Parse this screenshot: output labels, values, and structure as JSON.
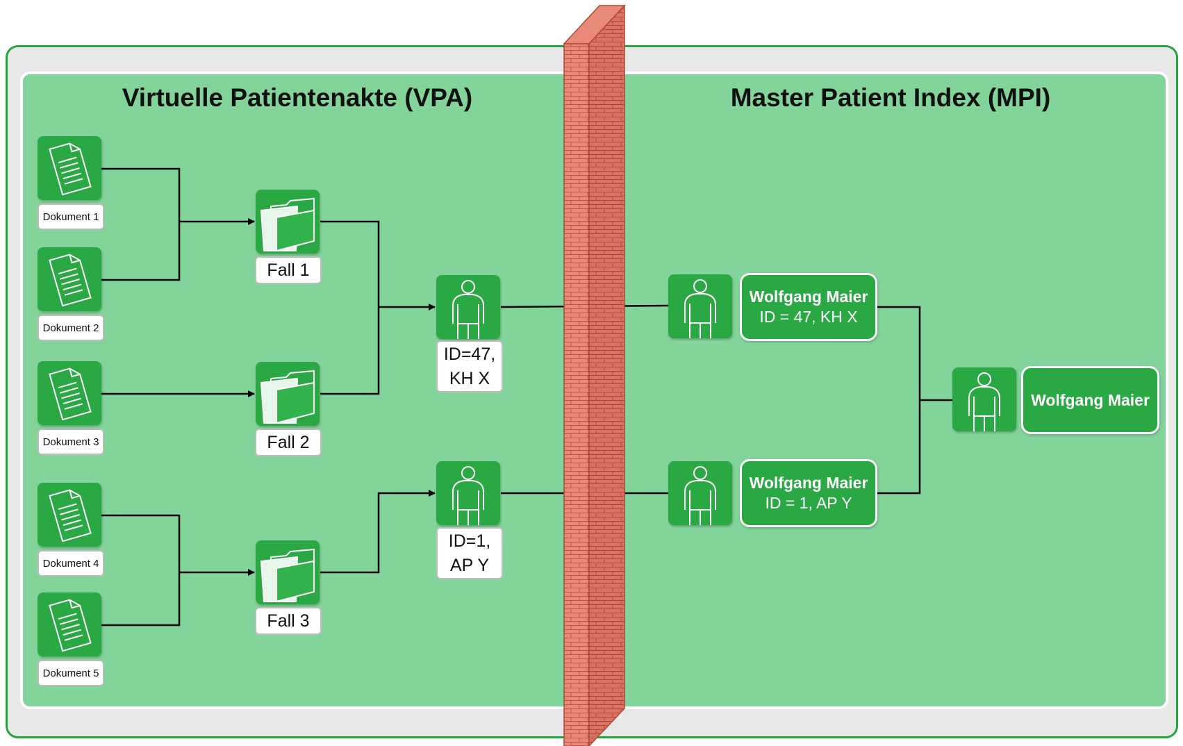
{
  "titles": {
    "left": "Virtuelle Patientenakte (VPA)",
    "right": "Master Patient Index (MPI)"
  },
  "documents": [
    {
      "label": "Dokument 1"
    },
    {
      "label": "Dokument 2"
    },
    {
      "label": "Dokument 3"
    },
    {
      "label": "Dokument 4"
    },
    {
      "label": "Dokument 5"
    }
  ],
  "cases": [
    {
      "label": "Fall 1"
    },
    {
      "label": "Fall 2"
    },
    {
      "label": "Fall 3"
    }
  ],
  "vpa_patients": [
    {
      "line1": "ID=47,",
      "line2": "KH X"
    },
    {
      "line1": "ID=1,",
      "line2": "AP Y"
    }
  ],
  "mpi_entries": [
    {
      "name": "Wolfgang Maier",
      "detail": "ID = 47, KH X"
    },
    {
      "name": "Wolfgang Maier",
      "detail": "ID = 1, AP Y"
    }
  ],
  "merged": {
    "name": "Wolfgang Maier"
  },
  "icons": {
    "document": "document-icon",
    "folder": "folder-icon",
    "person": "person-icon",
    "wall": "firewall-brick-wall"
  },
  "colors": {
    "tile": "#2aa844",
    "panel": "#82d49a",
    "frame_border": "#22a83a",
    "brick": "#e88a7a",
    "brick_mortar": "#c0523f"
  }
}
